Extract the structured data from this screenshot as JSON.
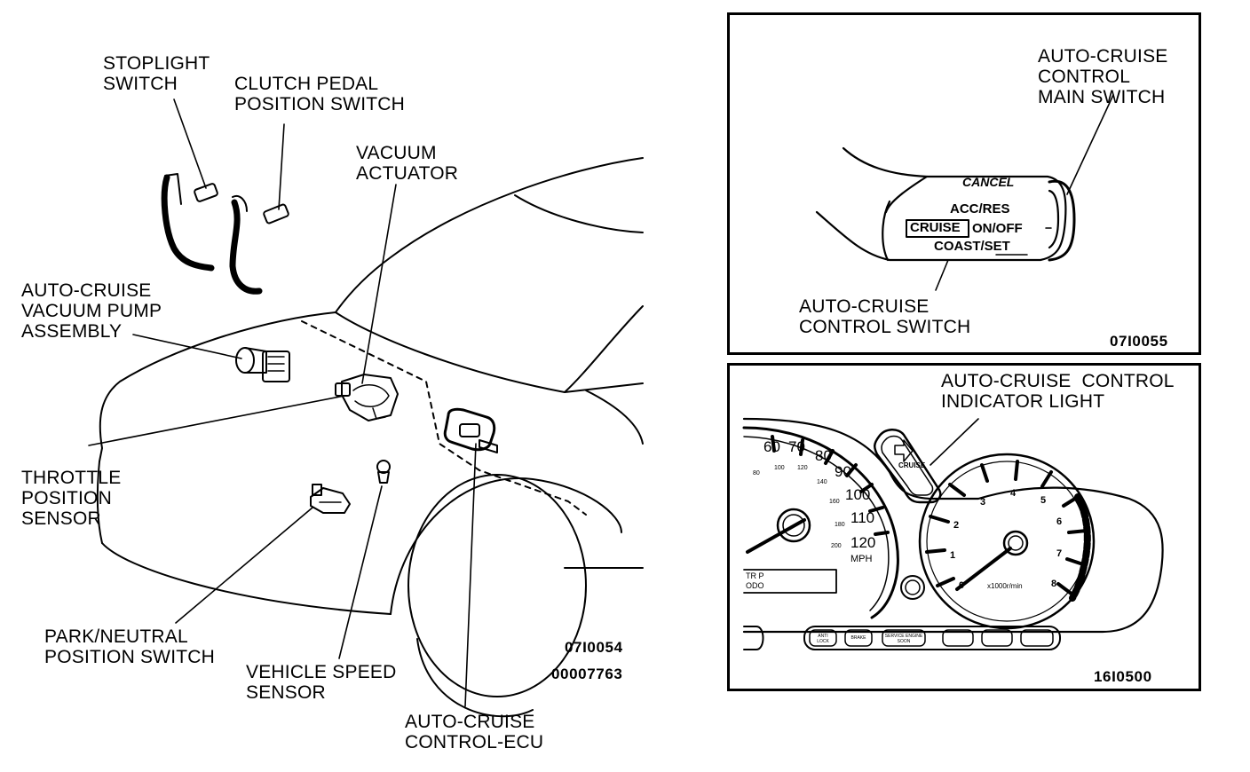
{
  "left": {
    "labels": {
      "stoplight_switch": [
        "STOPLIGHT",
        "SWITCH"
      ],
      "clutch_pedal_switch": [
        "CLUTCH PEDAL",
        "POSITION SWITCH"
      ],
      "vacuum_actuator": [
        "VACUUM",
        "ACTUATOR"
      ],
      "vacuum_pump": [
        "AUTO-CRUISE",
        "VACUUM PUMP",
        "ASSEMBLY"
      ],
      "throttle_sensor": [
        "THROTTLE",
        "POSITION",
        "SENSOR"
      ],
      "park_neutral_switch": [
        "PARK/NEUTRAL",
        "POSITION SWITCH"
      ],
      "vehicle_speed_sensor": [
        "VEHICLE SPEED",
        "SENSOR"
      ],
      "cruise_ecu": [
        "AUTO-CRUISE",
        "CONTROL-ECU"
      ]
    },
    "code1": "07I0054",
    "code2": "00007763"
  },
  "top_panel": {
    "main_switch_label": [
      "AUTO-CRUISE",
      "CONTROL",
      "MAIN SWITCH"
    ],
    "control_switch_label": [
      "AUTO-CRUISE",
      "CONTROL SWITCH"
    ],
    "lever_text": {
      "cancel": "CANCEL",
      "acc_res": "ACC/RES",
      "cruise": "CRUISE",
      "on_off": "ON/OFF",
      "coast_set": "COAST/SET"
    },
    "code": "07I0055"
  },
  "bottom_panel": {
    "indicator_label": [
      "AUTO-CRUISE  CONTROL",
      "INDICATOR LIGHT"
    ],
    "indicator_text": "CRUISE",
    "speedo_mph": [
      "60",
      "70",
      "80",
      "90",
      "100",
      "110",
      "120"
    ],
    "speedo_kmh": [
      "80",
      "100",
      "120",
      "140",
      "160",
      "180",
      "200"
    ],
    "speedo_unit": "MPH",
    "tach_numbers": [
      "0",
      "1",
      "2",
      "3",
      "4",
      "5",
      "6",
      "7",
      "8"
    ],
    "tach_unit": "x1000r/min",
    "odo_text": [
      "TR P",
      "ODO"
    ],
    "warning_lights": [
      "ANTI LOCK",
      "BRAKE",
      "SERVICE ENGINE SOON"
    ],
    "code": "16I0500"
  }
}
